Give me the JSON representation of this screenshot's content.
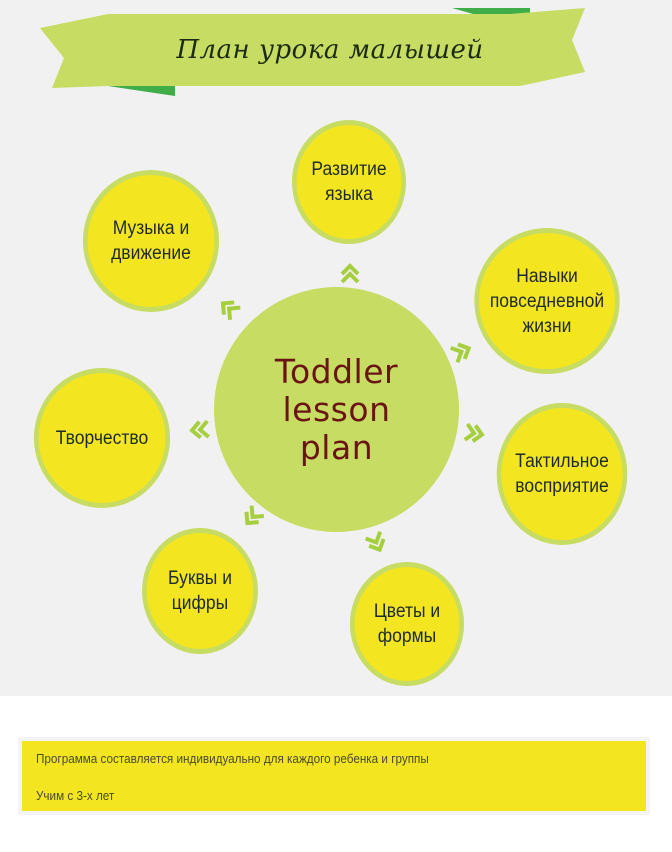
{
  "banner": {
    "title": "План урока малышей"
  },
  "center": {
    "label": "Toddler\nlesson\nplan"
  },
  "nodes": [
    {
      "label": "Развитие\nязыка"
    },
    {
      "label": "Навыки\nповседневной\nжизни"
    },
    {
      "label": "Тактильное\nвосприятие"
    },
    {
      "label": "Цветы и\nформы"
    },
    {
      "label": "Буквы и\nцифры"
    },
    {
      "label": "Творчество"
    },
    {
      "label": "Музыка и\nдвижение"
    }
  ],
  "note": {
    "line1": "Программа составляется индивидуально для каждого ребенка и группы",
    "line2": "Учим с 3-х лет"
  },
  "colors": {
    "node_fill": "#f3e621",
    "node_ring": "#c6dc62",
    "center_fill": "#c6dc62",
    "arrow": "#a6cf3f",
    "banner": "#c6dc62",
    "banner_fold": "#3fae49",
    "center_text": "#6a1414"
  }
}
